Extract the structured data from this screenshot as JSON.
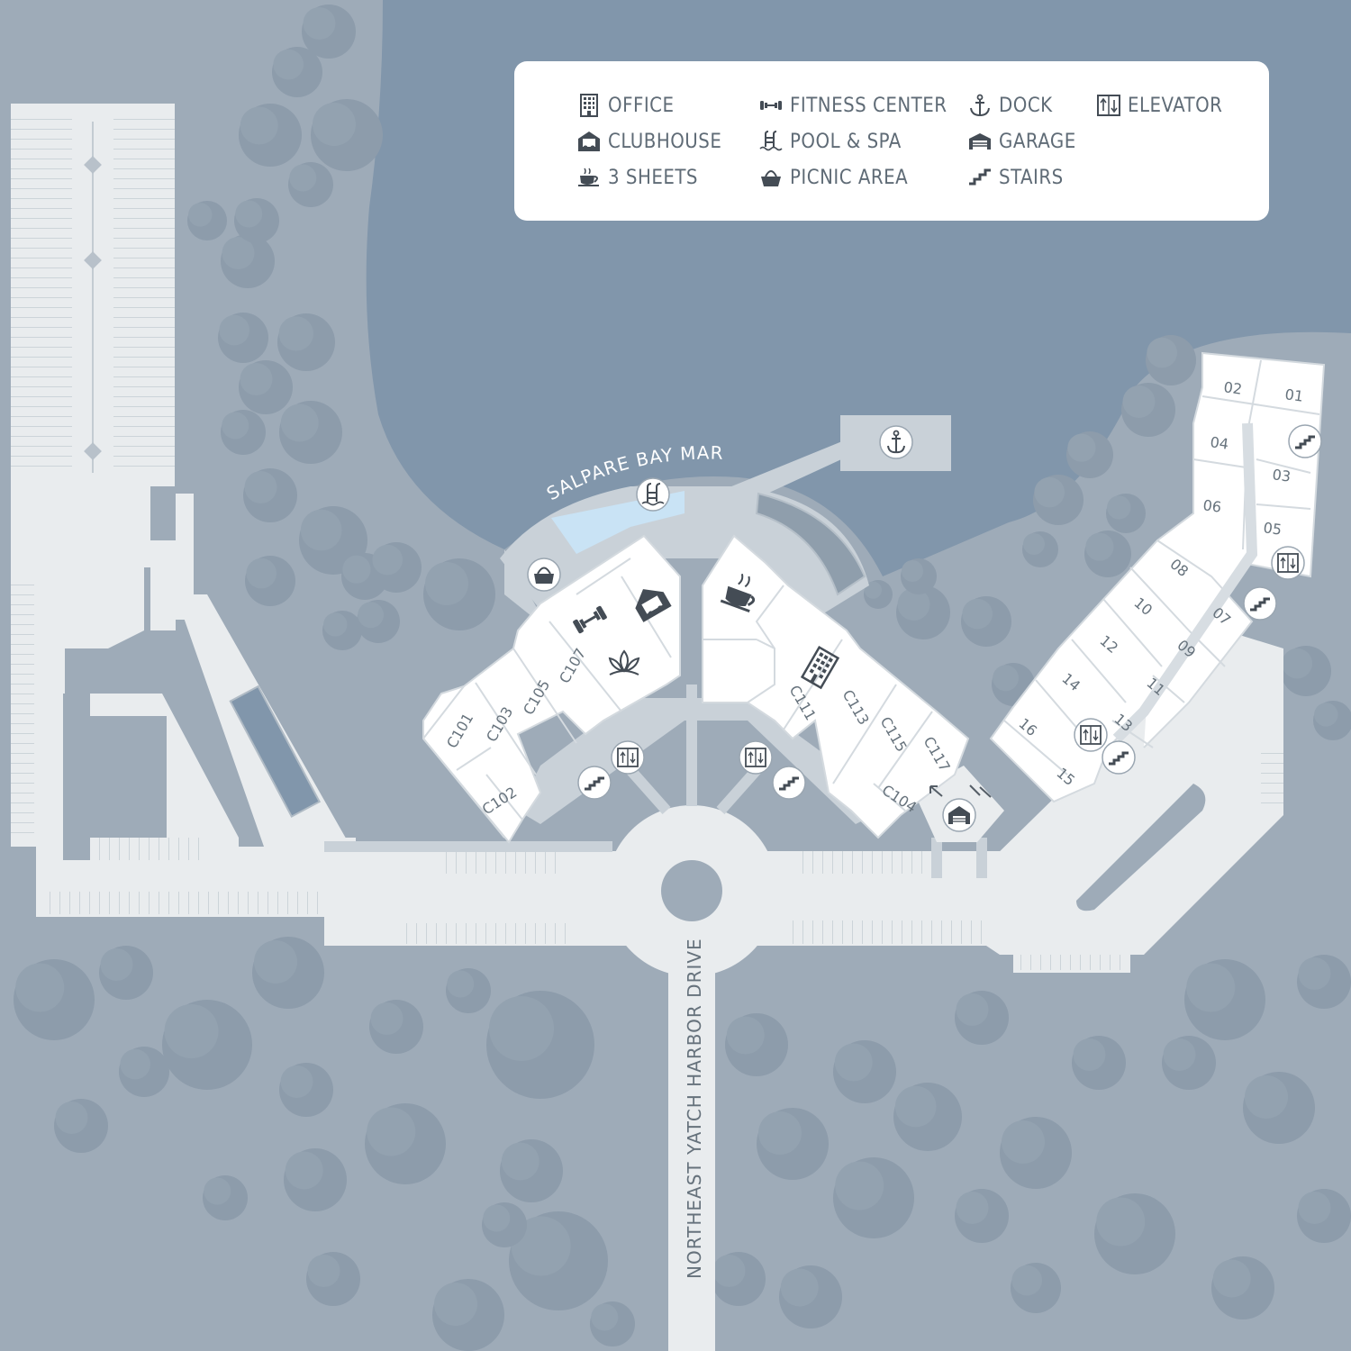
{
  "legend": {
    "items": [
      {
        "label": "OFFICE",
        "icon": "office-icon"
      },
      {
        "label": "CLUBHOUSE",
        "icon": "clubhouse-icon"
      },
      {
        "label": "3 SHEETS",
        "icon": "coffee-cup-icon"
      },
      {
        "label": "FITNESS CENTER",
        "icon": "dumbbell-icon"
      },
      {
        "label": "POOL & SPA",
        "icon": "pool-ladder-icon"
      },
      {
        "label": "PICNIC AREA",
        "icon": "picnic-basket-icon"
      },
      {
        "label": "DOCK",
        "icon": "anchor-icon"
      },
      {
        "label": "GARAGE",
        "icon": "garage-icon"
      },
      {
        "label": "STAIRS",
        "icon": "stairs-icon"
      },
      {
        "label": "ELEVATOR",
        "icon": "elevator-icon"
      }
    ]
  },
  "labels": {
    "marina": "SALPARE BAY MARINA",
    "road": "NORTHEAST YATCH HARBOR DRIVE"
  },
  "units": {
    "west_wing": [
      "C101",
      "C103",
      "C105",
      "C107",
      "C102"
    ],
    "east_wing": [
      "C111",
      "C113",
      "C115",
      "C117",
      "C104"
    ],
    "north_building": [
      "01",
      "02",
      "03",
      "04",
      "05",
      "06",
      "07",
      "08",
      "09",
      "10",
      "11",
      "12",
      "13",
      "14",
      "15",
      "16"
    ]
  },
  "colors": {
    "water": "#8196ab",
    "land": "#9eabb8",
    "paved": "#e9ecee",
    "walkway": "#c9d1d8",
    "building": "#ffffff",
    "tree": "#8d9cab",
    "pool": "#c9e3f5",
    "text": "#5f6b76"
  }
}
